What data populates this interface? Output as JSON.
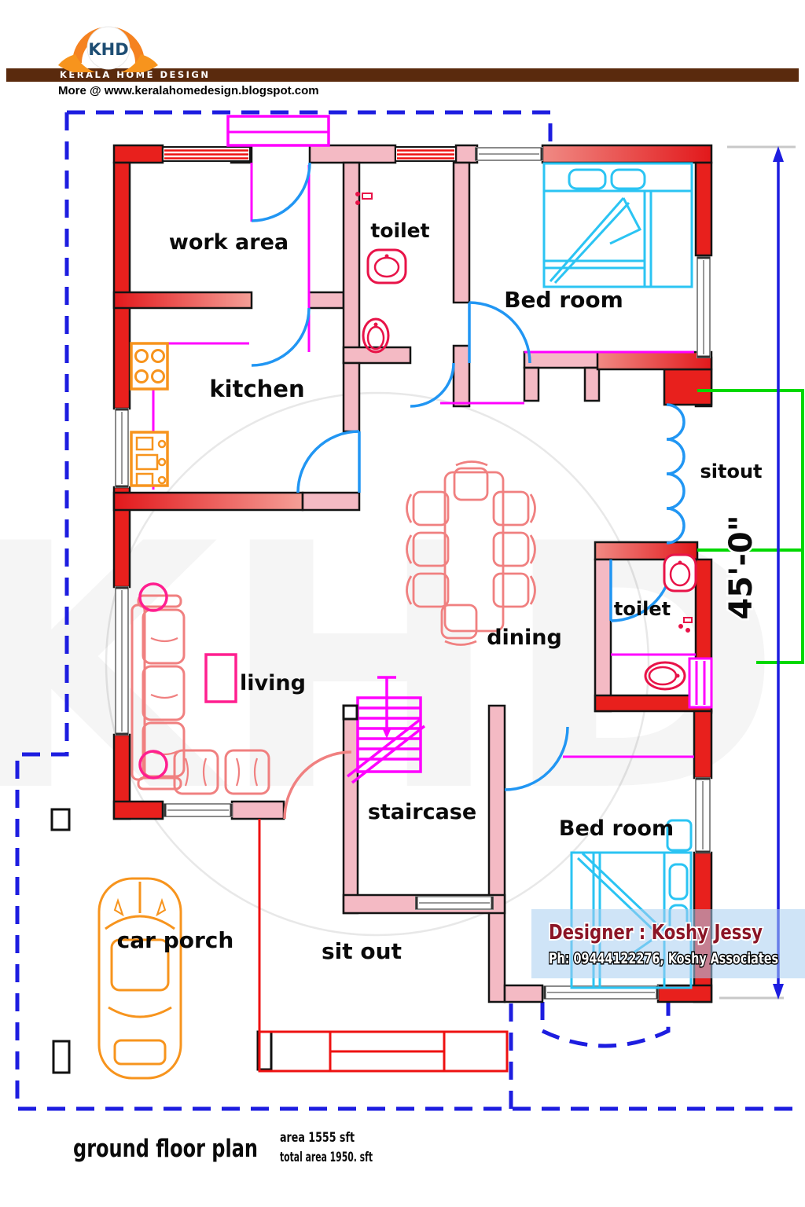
{
  "header": {
    "logo_text": "KHD",
    "brand": "KERALA HOME DESIGN",
    "more_text": "More @  www.keralahomedesign.blogspot.com"
  },
  "rooms": [
    {
      "id": "work-area",
      "label": "work area"
    },
    {
      "id": "toilet-top",
      "label": "toilet"
    },
    {
      "id": "bedroom-top",
      "label": "Bed room"
    },
    {
      "id": "kitchen",
      "label": "kitchen"
    },
    {
      "id": "sitout",
      "label": "sitout"
    },
    {
      "id": "dining",
      "label": "dining"
    },
    {
      "id": "toilet-bottom",
      "label": "toilet"
    },
    {
      "id": "living",
      "label": "living"
    },
    {
      "id": "staircase",
      "label": "staircase"
    },
    {
      "id": "bedroom-bottom",
      "label": "Bed room"
    },
    {
      "id": "car-porch",
      "label": "car porch"
    },
    {
      "id": "sit-out",
      "label": "sit out"
    }
  ],
  "dimension": {
    "height_label": "45'-0\""
  },
  "designer": {
    "line1": "Designer : Koshy Jessy",
    "line2": "Ph: 09444122276, Koshy Associates"
  },
  "footer": {
    "title": "ground floor plan",
    "area1": "area 1555 sft",
    "area2": "total area 1950. sft"
  },
  "watermark": {
    "text": "KHD"
  },
  "colors": {
    "wall_red": "#e8201d",
    "wall_pink": "#f4bac4",
    "door_blue": "#2196f3",
    "boundary_blue": "#1d1de0",
    "furniture_cyan": "#2bc4f3",
    "furniture_salmon": "#f08080",
    "annotation_magenta": "#ff00ff",
    "fixture_orange": "#f7941d",
    "fixture_crimson": "#e81348",
    "dimension_green": "#00d800",
    "brand_brown": "#5a2a0d",
    "logo_orange": "#f58220",
    "logo_navy": "#1d4d73",
    "designer_red": "#8b1526"
  }
}
